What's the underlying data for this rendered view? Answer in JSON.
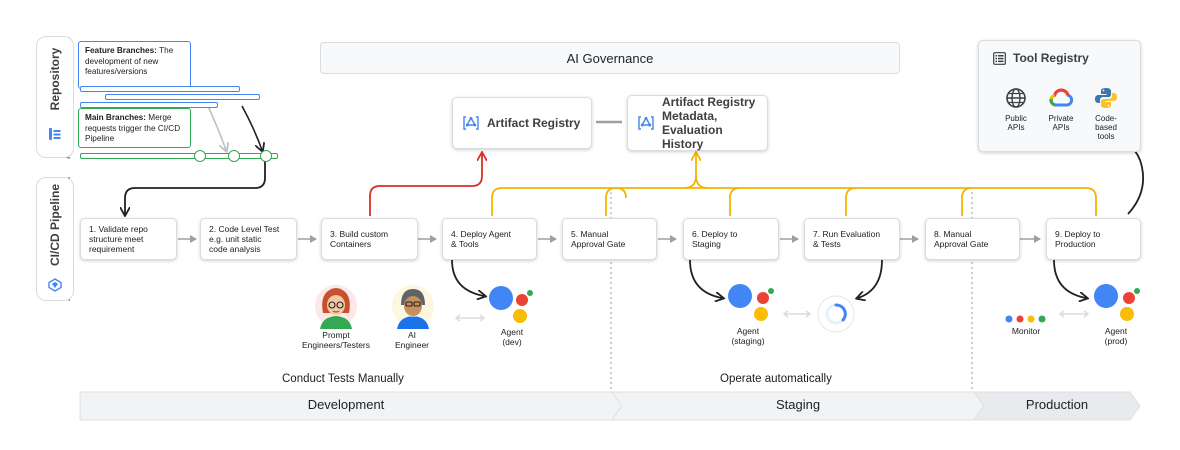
{
  "lanes": {
    "repository": "Repository",
    "cicd": "CI/CD Pipeline"
  },
  "branches": {
    "feature_title": "Feature Branches:",
    "feature_text": "The development of new features/versions",
    "main_title": "Main Branches:",
    "main_text": "Merge requests trigger the CI/CD Pipeline"
  },
  "governance": "AI Governance",
  "artifact_registry": "Artifact Registry",
  "artifact_metadata": [
    "Artifact Registry",
    "Metadata,",
    "Evaluation History"
  ],
  "tool_registry": {
    "title": "Tool Registry",
    "items": [
      {
        "lines": [
          "Public",
          "APIs"
        ],
        "icon": "globe-icon"
      },
      {
        "lines": [
          "Private",
          "APIs"
        ],
        "icon": "google-cloud-icon"
      },
      {
        "lines": [
          "Code-",
          "based",
          "tools"
        ],
        "icon": "python-icon"
      }
    ]
  },
  "steps": [
    [
      "1. Validate repo",
      "structure meet",
      "requirement"
    ],
    [
      "2. Code Level Test",
      "e.g. unit static",
      "code analysis"
    ],
    [
      "3. Build custom",
      "Containers"
    ],
    [
      "4. Deploy Agent",
      "& Tools"
    ],
    [
      "5. Manual",
      "Approval Gate"
    ],
    [
      "6. Deploy to",
      "Staging"
    ],
    [
      "7. Run Evaluation",
      "& Tests"
    ],
    [
      "8. Manual",
      "Approval Gate"
    ],
    [
      "9. Deploy to",
      "Production"
    ]
  ],
  "people": {
    "prompt": [
      "Prompt",
      "Engineers/Testers"
    ],
    "ai": [
      "AI",
      "Engineer"
    ]
  },
  "agents": {
    "dev": [
      "Agent",
      "(dev)"
    ],
    "staging": [
      "Agent",
      "(staging)"
    ],
    "prod": [
      "Agent",
      "(prod)"
    ]
  },
  "monitor": "Monitor",
  "captions": {
    "manual": "Conduct Tests Manually",
    "auto": "Operate automatically"
  },
  "phases": [
    "Development",
    "Staging",
    "Production"
  ],
  "colors": {
    "blue": "#4285f4",
    "red": "#ea4335",
    "yellow": "#fbbc04",
    "green": "#34a853",
    "orange_arrow": "#f4b400",
    "red_arrow": "#d93025",
    "grey_arrow": "#9aa0a6",
    "phase_fill": "#f1f3f4"
  }
}
